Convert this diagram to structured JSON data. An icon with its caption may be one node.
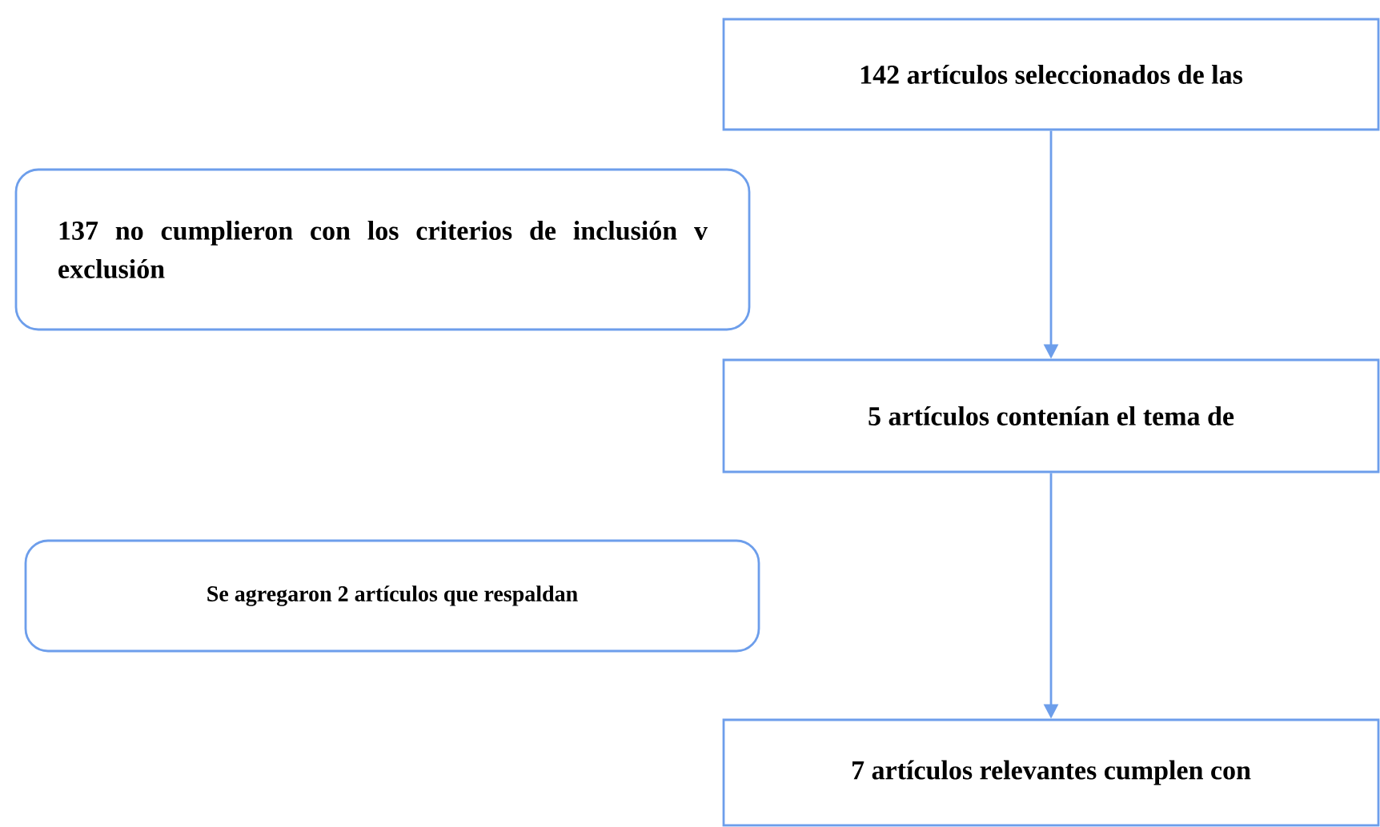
{
  "diagram": {
    "nodes": [
      {
        "text": [
          "142 artículos seleccionados de las"
        ]
      },
      {
        "text": [
          "137 no cumplieron con los criterios de inclusión v exclusión"
        ]
      },
      {
        "text": [
          "5 artículos contenían el tema de"
        ]
      },
      {
        "text": [
          "Se agregaron 2 artículos que respaldan"
        ]
      },
      {
        "text": [
          "7 artículos relevantes cumplen con"
        ]
      }
    ],
    "edges": [
      {
        "from": 0,
        "to": 2,
        "arrow": "to"
      },
      {
        "from": 2,
        "to": 4,
        "arrow": "to"
      }
    ]
  }
}
